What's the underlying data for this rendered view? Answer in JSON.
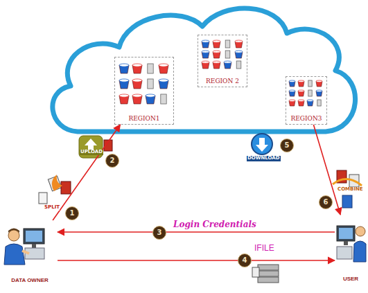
{
  "diagram": {
    "nodes": [
      {
        "text": [
          "REGION1"
        ]
      },
      {
        "text": [
          "REGION 2"
        ]
      },
      {
        "text": [
          "REGION3"
        ]
      },
      {
        "text": [
          "DATA OWNER"
        ]
      },
      {
        "text": [
          "USER"
        ]
      }
    ],
    "edges": [
      {
        "from": 3,
        "to": 0,
        "arrow": "to"
      },
      {
        "from": 4,
        "to": 3,
        "label": "Login Credentials",
        "arrow": "to"
      },
      {
        "from": 3,
        "to": 4,
        "arrow": "to"
      },
      {
        "from": 2,
        "to": 4,
        "arrow": "to"
      }
    ],
    "labels": [
      "1",
      "2",
      "3",
      "4",
      "5",
      "6",
      "UPLOAD",
      "DOWNLOAD",
      "SPLIT",
      "COMBINE",
      "IFILE"
    ]
  }
}
